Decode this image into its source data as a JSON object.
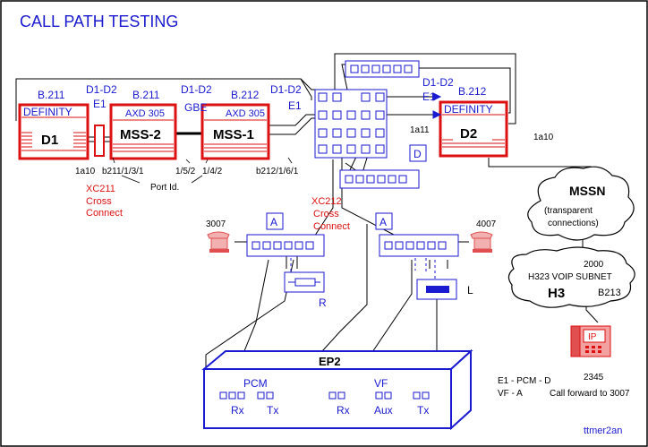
{
  "title": "CALL PATH TESTING",
  "credit": "ttmer2an",
  "colors": {
    "blue": "#1a1ad0",
    "red": "#dd1111",
    "black": "#000000",
    "phone_red": "#e05050"
  },
  "switches": {
    "d1": {
      "top": "B.211",
      "brand": "DEFINITY",
      "name": "D1"
    },
    "mss2": {
      "top": "B.211",
      "model": "AXD 305",
      "name": "MSS-2"
    },
    "mss1": {
      "top": "B.212",
      "model": "AXD 305",
      "name": "MSS-1"
    },
    "d2": {
      "top": "B.212",
      "brand": "DEFINITY",
      "name": "D2"
    }
  },
  "links": {
    "d1d2_a": "D1-D2",
    "e1_a": "E1",
    "d1d2_b": "D1-D2",
    "gbe": "GBE",
    "d1d2_c": "D1-D2",
    "e1_c": "E1",
    "d1d2_d": "D1-D2",
    "e1_d": "E1"
  },
  "ports": {
    "p1a10_left": "1a10",
    "b211": "b211/1/3/1",
    "p152": "1/5/2",
    "p142": "1/4/2",
    "b212": "b212/1/6/1",
    "port_id": "Port Id.",
    "p1a11": "1a11",
    "p1a10_right": "1a10"
  },
  "cross_connects": {
    "xc211": [
      "XC211",
      "Cross",
      "Connect"
    ],
    "xc212": [
      "XC212",
      "Cross",
      "Connect"
    ]
  },
  "panels": {
    "d_label": "D",
    "a_left": "A",
    "a_right": "A",
    "r_label": "R",
    "l_label": "L"
  },
  "phones": {
    "left_ext": "3007",
    "right_ext": "4007"
  },
  "mssn": {
    "name": "MSSN",
    "note": [
      "(transparent",
      "connections)"
    ]
  },
  "h3": {
    "number": "2000",
    "subnet": "H323  VOIP SUBNET",
    "name": "H3",
    "building": "B213"
  },
  "ip_phone": {
    "label": "IP",
    "ext": "2345"
  },
  "ep2": {
    "name": "EP2",
    "pcm": "PCM",
    "vf": "VF",
    "ports": [
      "Rx",
      "Tx",
      "Rx",
      "Aux",
      "Tx"
    ]
  },
  "legend": [
    "E1 - PCM - D",
    "VF - A",
    "Call forward to 3007"
  ]
}
